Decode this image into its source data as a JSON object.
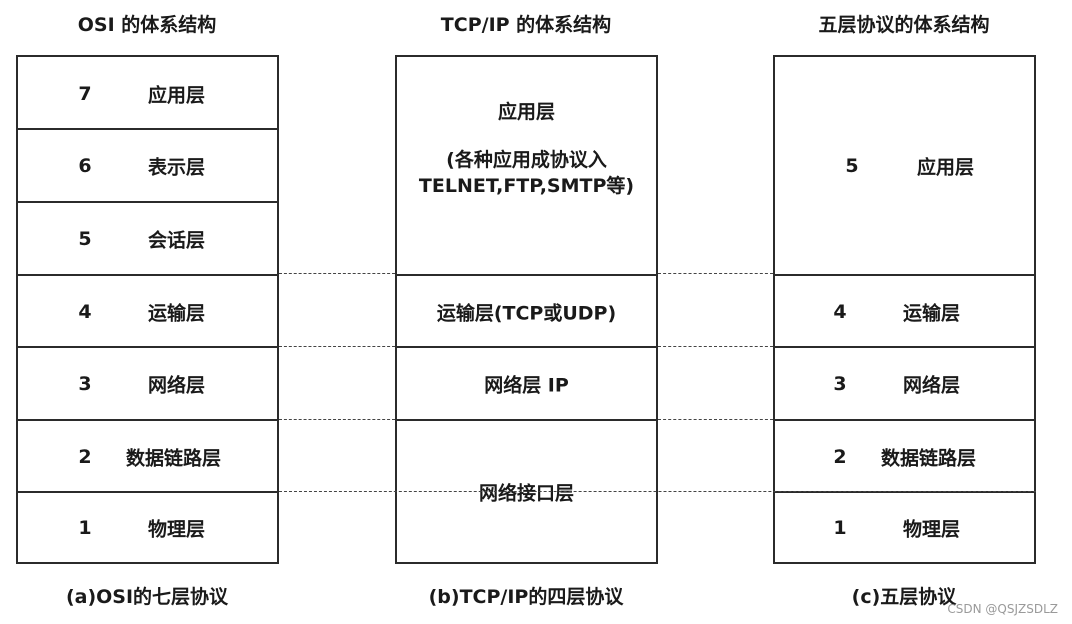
{
  "titles": {
    "osi": "OSI 的体系结构",
    "tcpip": "TCP/IP 的体系结构",
    "five": "五层协议的体系结构"
  },
  "osi_layers": [
    {
      "num": "7",
      "name": "应用层"
    },
    {
      "num": "6",
      "name": "表示层"
    },
    {
      "num": "5",
      "name": "会话层"
    },
    {
      "num": "4",
      "name": "运输层"
    },
    {
      "num": "3",
      "name": "网络层"
    },
    {
      "num": "2",
      "name": "数据链路层"
    },
    {
      "num": "1",
      "name": "物理层"
    }
  ],
  "tcpip_layers": {
    "application": "应用层",
    "application_note_1": "(各种应用成协议入",
    "application_note_2": "TELNET,FTP,SMTP等)",
    "transport": "运输层(TCP或UDP)",
    "network": "网络层 IP",
    "interface": "网络接口层"
  },
  "five_layers": [
    {
      "num": "5",
      "name": "应用层"
    },
    {
      "num": "4",
      "name": "运输层"
    },
    {
      "num": "3",
      "name": "网络层"
    },
    {
      "num": "2",
      "name": "数据链路层"
    },
    {
      "num": "1",
      "name": "物理层"
    }
  ],
  "captions": {
    "osi": "(a)OSI的七层协议",
    "tcpip": "(b)TCP/IP的四层协议",
    "five": "(c)五层协议"
  },
  "watermark": "CSDN @QSJZSDLZ"
}
